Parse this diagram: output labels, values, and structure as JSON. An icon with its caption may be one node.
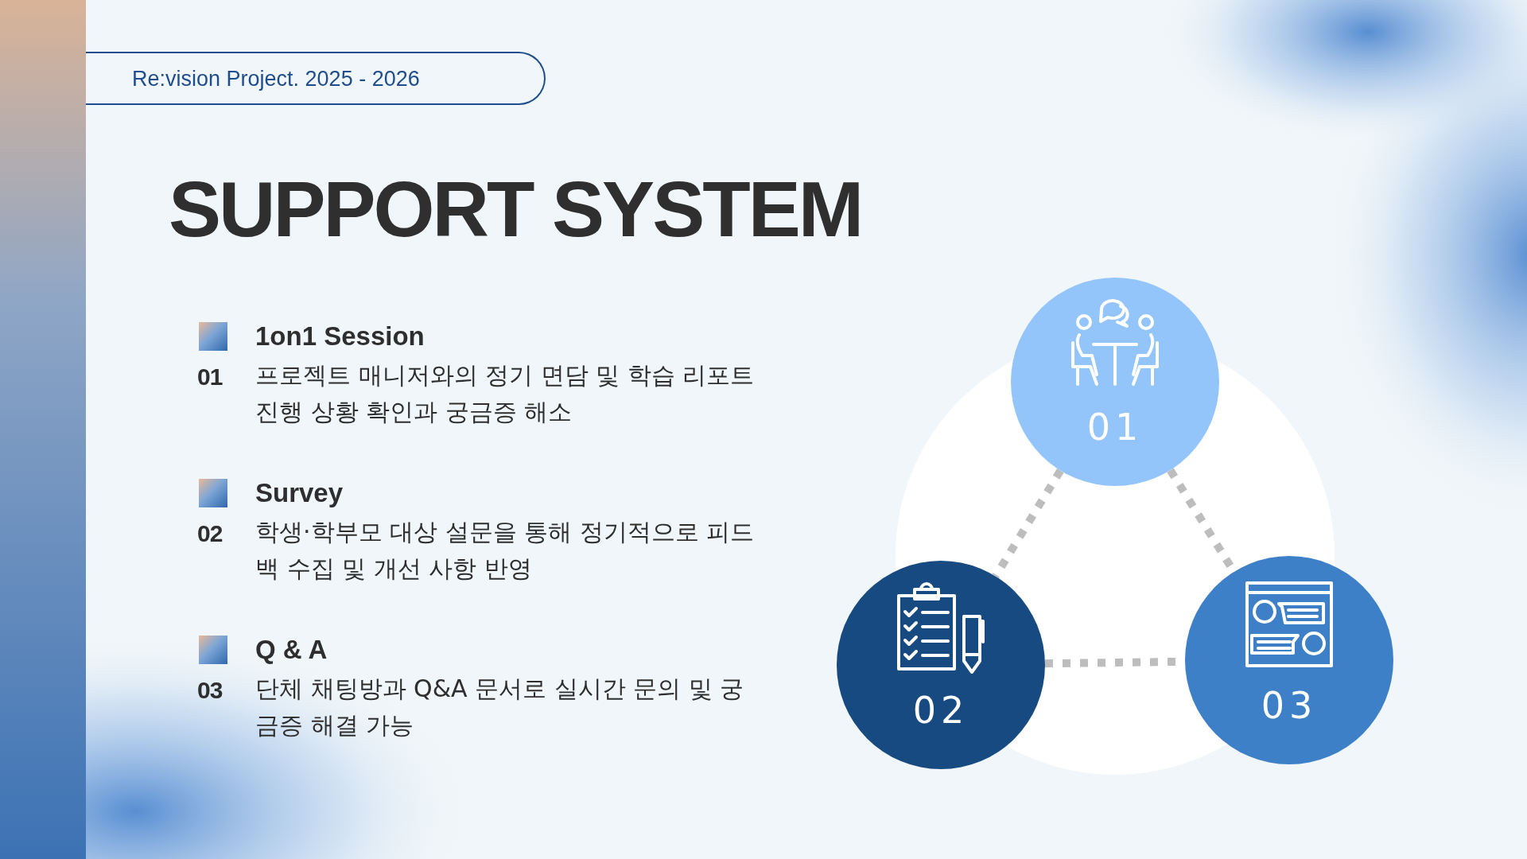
{
  "diagram": {
    "title": "SUPPORT SYSTEM",
    "nodes": [
      {
        "text": [
          "Re:vision Project. 2025 - 2026"
        ]
      },
      {
        "text": [
          "01"
        ]
      },
      {
        "text": [
          "02"
        ]
      },
      {
        "text": [
          "03"
        ]
      }
    ],
    "edges": [
      {
        "from": 1,
        "to": 2,
        "arrow": "none",
        "style": "dashed"
      },
      {
        "from": 1,
        "to": 3,
        "arrow": "none",
        "style": "dashed"
      },
      {
        "from": 2,
        "to": 3,
        "arrow": "none",
        "style": "dashed"
      }
    ],
    "labels": [
      "1on1 Session",
      "01",
      "프로젝트 매니저와의 정기 면담 및 학습 리포트 진행 상황 확인과 궁금증 해소",
      "Survey",
      "02",
      "학생·학부모 대상 설문을 통해 정기적으로 피드백 수집 및 개선 사항 반영",
      "Q & A",
      "03",
      "단체 채팅방과 Q&A 문서로 실시간 문의 및 궁금증 해결 가능"
    ]
  }
}
